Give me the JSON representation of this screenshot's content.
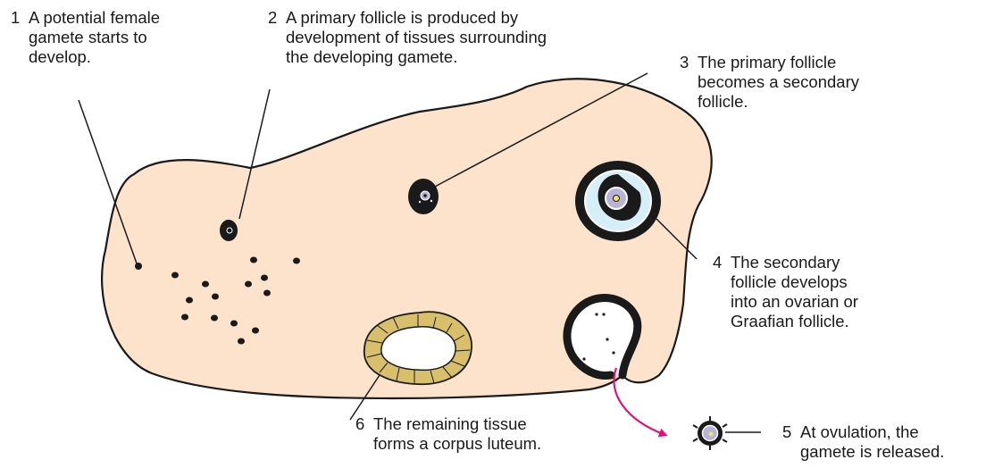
{
  "labels": {
    "l1": {
      "num": "1",
      "text": "A potential female\ngamete starts to\ndevelop."
    },
    "l2": {
      "num": "2",
      "text": "A primary follicle is produced by\ndevelopment of tissues surrounding\nthe developing gamete."
    },
    "l3": {
      "num": "3",
      "text": "The primary follicle\nbecomes a secondary\nfollicle."
    },
    "l4": {
      "num": "4",
      "text": "The secondary\nfollicle develops\ninto an ovarian or\nGraafian follicle."
    },
    "l5": {
      "num": "5",
      "text": "At ovulation, the\ngamete is released."
    },
    "l6": {
      "num": "6",
      "text": "The remaining tissue\nforms a corpus luteum."
    }
  },
  "colors": {
    "ovary_fill": "#fde3cc",
    "outline": "#1a1a1a",
    "antrum": "#d6eef7",
    "oocyte": "#b8b4d8",
    "nucleus": "#f2e36b",
    "corpus_luteum": "#d8bf6c",
    "arrow": "#e0107a"
  }
}
